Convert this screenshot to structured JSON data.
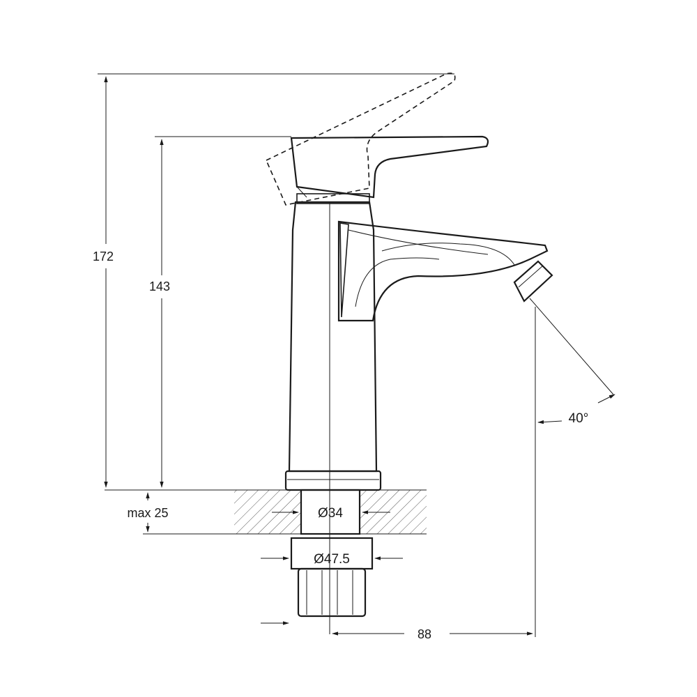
{
  "dimensions": {
    "total_height": "172",
    "body_height": "143",
    "max_thickness": "max 25",
    "hole_diameter": "Ø34",
    "thread_diameter": "Ø47.5",
    "spout_reach": "88",
    "lever_angle": "40°"
  },
  "colors": {
    "line": "#1a1a1a",
    "hatch": "#555555",
    "background": "#ffffff"
  }
}
